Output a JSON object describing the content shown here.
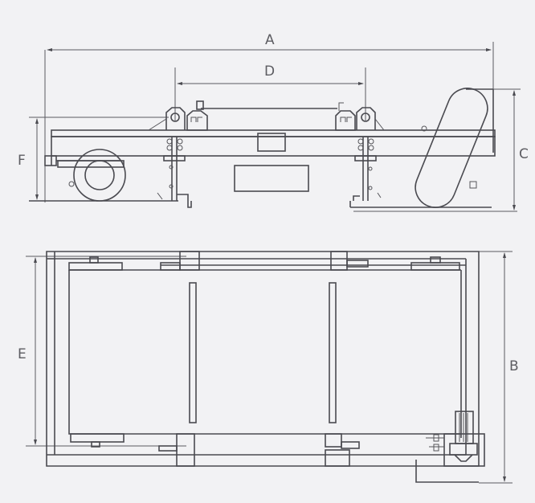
{
  "drawing": {
    "title": "",
    "views": [
      {
        "name": "side-elevation",
        "description": "Side view of separator with drive roller, frame, suspension brackets"
      },
      {
        "name": "plan-view",
        "description": "Top view of belt frame with two cross slats and motor-reducer drive at lower right"
      }
    ],
    "dimensions": {
      "A": "A",
      "B": "B",
      "C": "C",
      "D": "D",
      "E": "E",
      "F": "F"
    },
    "colors": {
      "background": "#f2f2f4",
      "line": "#4a4a50",
      "label": "#5d5d62"
    }
  }
}
